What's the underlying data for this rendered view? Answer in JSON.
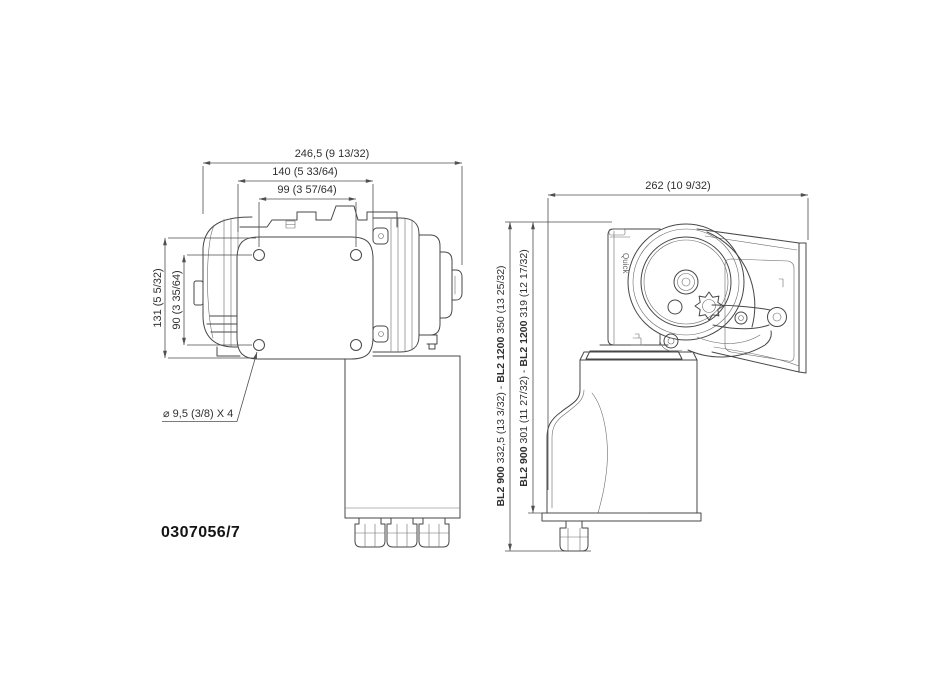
{
  "title_block": {
    "part_number": "0307056/7"
  },
  "front_view": {
    "dim_overall_width": "246,5 (9 13/32)",
    "dim_plate_width": "140 (5 33/64)",
    "dim_hole_spacing_h": "99 (3 57/64)",
    "dim_plate_height": "131 (5 5/32)",
    "dim_hole_spacing_v": "90 (3 35/64)",
    "hole_callout": "⌀ 9,5 (3/8) X 4"
  },
  "side_view": {
    "brand": "Quick",
    "dim_overall_width": "262 (10 9/32)",
    "dim_overall_height": {
      "model_a": "BL2 900",
      "value_a": " 332,5 (13 3/32) - ",
      "model_b": "BL2 1200",
      "value_b": " 350 (13 25/32)"
    },
    "dim_body_height": {
      "model_a": "BL2 900",
      "value_a": " 301 (11 27/32) - ",
      "model_b": "BL2 1200",
      "value_b": " 319 (12 17/32)"
    }
  }
}
